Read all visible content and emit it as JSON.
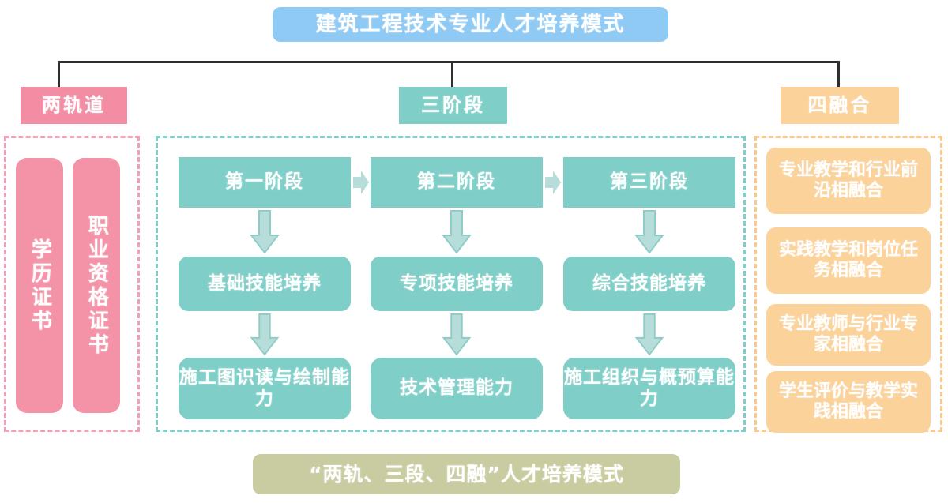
{
  "title": "建筑工程技术专业人才培养模式",
  "columns": {
    "two_tracks": {
      "header": "两轨道",
      "color": "#f28da4",
      "items": [
        {
          "label": "学历证书"
        },
        {
          "label": "职业资格证书"
        }
      ]
    },
    "three_stages": {
      "header": "三阶段",
      "color": "#7fcfc8",
      "stages": [
        {
          "stage": "第一阶段",
          "skill": "基础技能培养",
          "ability": "施工图识读与绘制能力"
        },
        {
          "stage": "第二阶段",
          "skill": "专项技能培养",
          "ability": "技术管理能力"
        },
        {
          "stage": "第三阶段",
          "skill": "综合技能培养",
          "ability": "施工组织与概预算能力"
        }
      ]
    },
    "four_integrations": {
      "header": "四融合",
      "color": "#fbd29a",
      "items": [
        {
          "label": "专业教学和行业前沿相融合"
        },
        {
          "label": "实践教学和岗位任务相融合"
        },
        {
          "label": "专业教师与行业专家相融合"
        },
        {
          "label": "学生评价与教学实践相融合"
        }
      ]
    }
  },
  "banner": "“两轨、三段、四融”人才培养模式",
  "icons": {
    "arrow_right": "arrow-right-icon",
    "arrow_down": "arrow-down-icon"
  },
  "colors": {
    "title_blue": "#8fcaf4",
    "pink": "#f493a8",
    "pink_header": "#f28da4",
    "pink_dash": "#f4a0b4",
    "teal": "#7fcfc8",
    "teal_dash": "#7ecfc8",
    "arrow_teal": "#b7ddda",
    "arrow_teal_stroke": "#8ecdc7",
    "orange": "#fbd29a",
    "orange_dash": "#fbc889",
    "olive": "#c9cca0",
    "connector": "#2f2f2f"
  }
}
